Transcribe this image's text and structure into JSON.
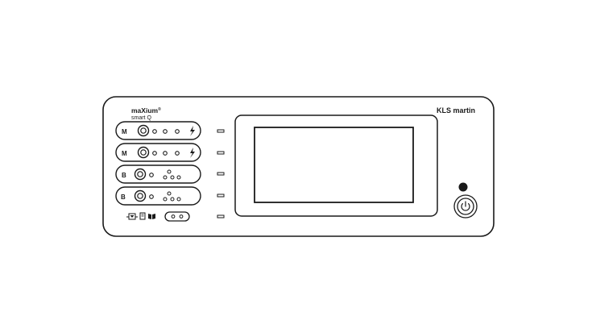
{
  "device": {
    "product_name": "maXium",
    "product_mark": "®",
    "product_subtitle": "smart Q",
    "manufacturer": "KLS martin"
  },
  "sockets": [
    {
      "label": "M",
      "type": "monopolar",
      "has_hf_symbol": true
    },
    {
      "label": "M",
      "type": "monopolar",
      "has_hf_symbol": true
    },
    {
      "label": "B",
      "type": "bipolar",
      "has_hf_symbol": false
    },
    {
      "label": "B",
      "type": "bipolar",
      "has_hf_symbol": false
    }
  ],
  "icons": {
    "hf_symbol": "lightning-bolt-icon",
    "power_button": "power-icon",
    "neutral_electrode": "neutral-electrode-icon",
    "footswitch": "footswitch-icon",
    "manual": "manual-book-icon"
  },
  "colors": {
    "outline": "#1a1a1a",
    "panel_fill": "#ffffff",
    "indicator": "#1a1a1a"
  }
}
